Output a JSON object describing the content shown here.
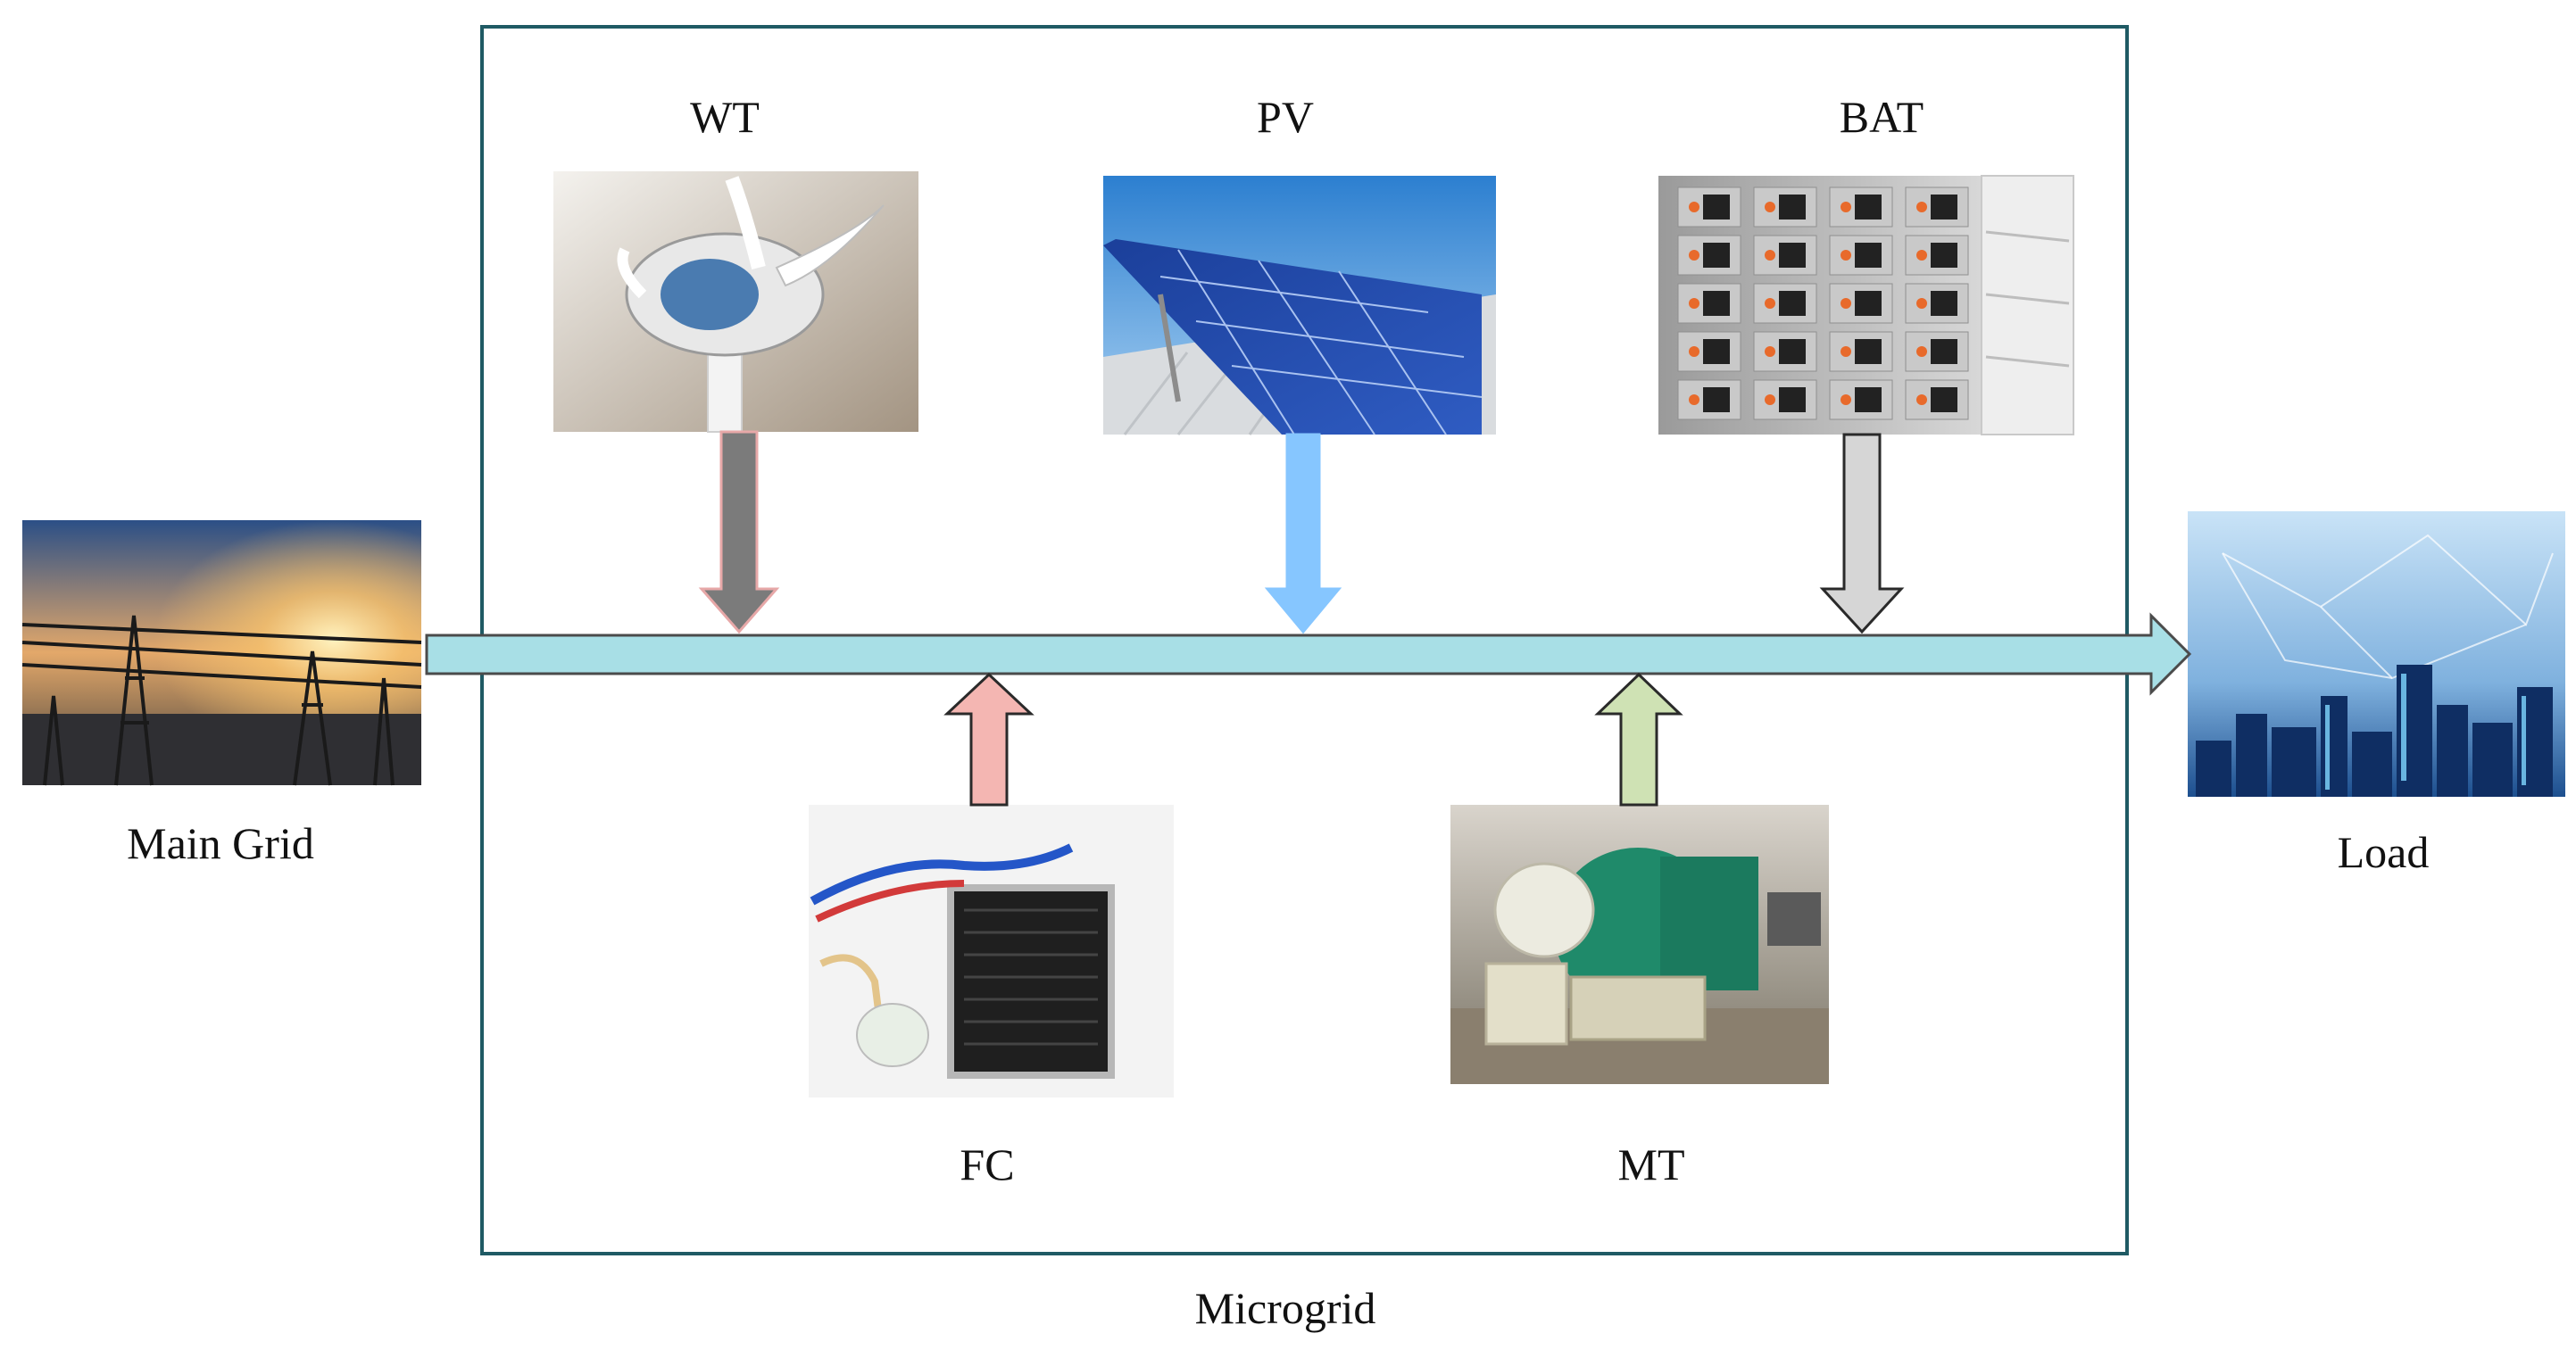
{
  "diagram": {
    "microgrid_label": "Microgrid",
    "sources_top": [
      {
        "label": "WT",
        "arrow_color": "#7b7b7b"
      },
      {
        "label": "PV",
        "arrow_color": "#86c6ff"
      },
      {
        "label": "BAT",
        "arrow_color": "#d6d6d6"
      }
    ],
    "sources_bottom": [
      {
        "label": "FC",
        "arrow_color": "#f4b6b2"
      },
      {
        "label": "MT",
        "arrow_color": "#cfe2b4"
      }
    ],
    "main_grid_label": "Main Grid",
    "load_label": "Load",
    "bus_color": "#a8dfe6",
    "frame_color": "#1f5a64"
  }
}
